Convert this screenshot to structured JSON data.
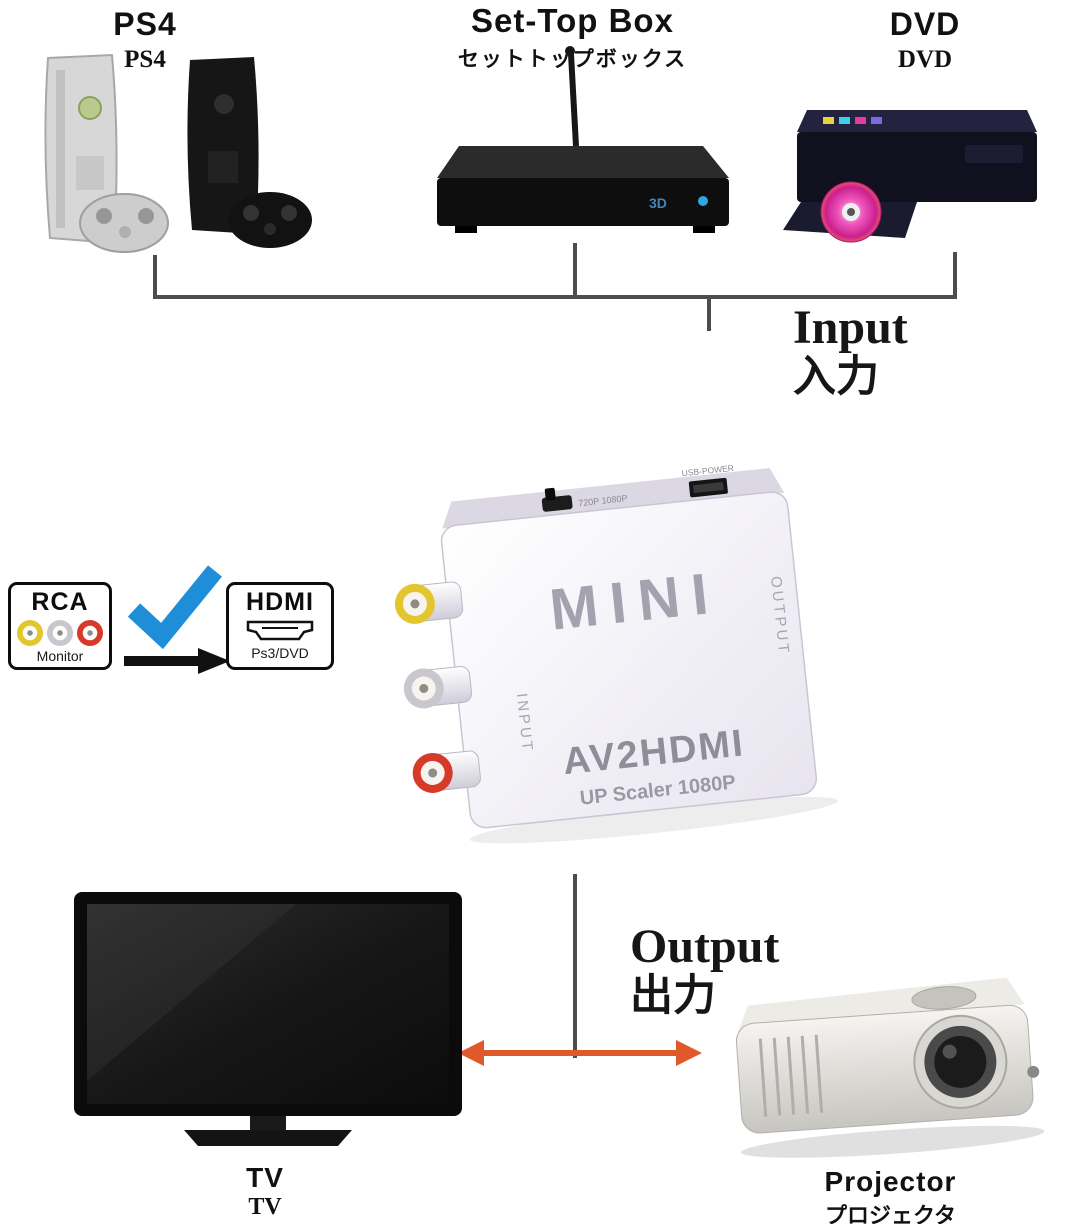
{
  "diagram": {
    "input": {
      "en": "Input",
      "ja": "入力"
    },
    "output": {
      "en": "Output",
      "ja": "出力"
    }
  },
  "sources": {
    "ps4": {
      "en": "PS4",
      "ja": "PS4"
    },
    "settop": {
      "en": "Set-Top Box",
      "ja": "セットトップボックス",
      "badge": "3D"
    },
    "dvd": {
      "en": "DVD",
      "ja": "DVD"
    }
  },
  "outputs": {
    "tv": {
      "en": "TV",
      "ja": "TV"
    },
    "projector": {
      "en": "Projector",
      "ja": "プロジェクタ"
    }
  },
  "converter": {
    "brand": "MINI",
    "model": "AV2HDMI",
    "scaler": "UP Scaler 1080P",
    "input_port": "INPUT",
    "output_port": "OUTPUT",
    "usb_label": "USB-POWER",
    "switch_label": "720P 1080P"
  },
  "comparison": {
    "rca": {
      "title": "RCA",
      "caption": "Monitor"
    },
    "hdmi": {
      "title": "HDMI",
      "caption": "Ps3/DVD"
    }
  },
  "colors": {
    "arrow_orange": "#e0592b",
    "line_gray": "#4d4d4d",
    "check_blue": "#1f8ed8",
    "rca_yellow": "#e3c62e",
    "rca_white": "#c9c7cd",
    "rca_red": "#d63a28"
  }
}
